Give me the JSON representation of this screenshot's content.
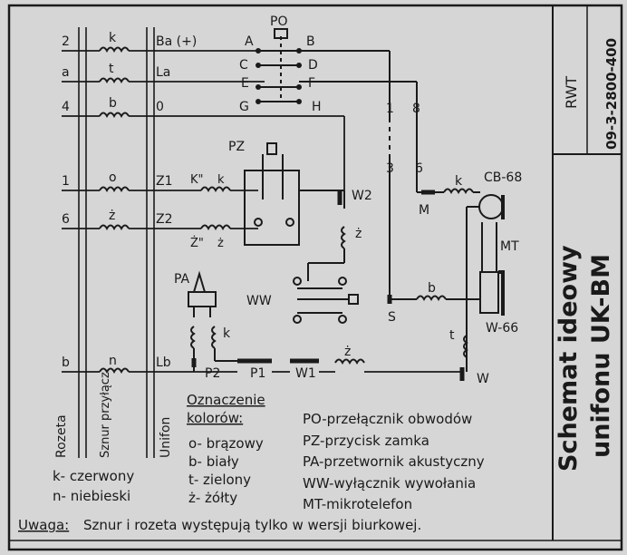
{
  "title_block": {
    "code": "RWT",
    "number": "09-3-2800-400",
    "title_line1": "Schemat ideowy",
    "title_line2": "unifonu UK-BM"
  },
  "colors": {
    "paper": "#d6d6d6",
    "ink": "#1a1a1a"
  },
  "terminals_left": [
    "2",
    "a",
    "4",
    "1",
    "6",
    "b"
  ],
  "wire_labels_left": [
    "k",
    "t",
    "b",
    "o",
    "ż",
    "n"
  ],
  "terminals_right": [
    "Ba (+)",
    "La",
    "0",
    "Z1",
    "Z2",
    "Lb"
  ],
  "wire_labels_pz": [
    "K\"",
    "k",
    "Ż\"",
    "ż"
  ],
  "column_labels": [
    "Rozeta",
    "Sznur przyłącz.",
    "Unifon"
  ],
  "switch_po": {
    "name": "PO",
    "contacts": [
      "A",
      "B",
      "C",
      "D",
      "E",
      "F",
      "G",
      "H"
    ]
  },
  "components": {
    "pz": "PZ",
    "pa": "PA",
    "ww": "WW",
    "mt": "MT",
    "cb": "CB-68",
    "w66": "W-66"
  },
  "connectors": {
    "w2": "W2",
    "m": "M",
    "s": "S",
    "w": "W",
    "p1": "P1",
    "p2": "P2",
    "w1": "W1"
  },
  "node_numbers": [
    "1",
    "8",
    "3",
    "6"
  ],
  "inline_labels": {
    "k1": "k",
    "b1": "b",
    "t1": "t",
    "z1": "ż",
    "z2": "ż",
    "k2": "k"
  },
  "legend": {
    "heading_line1": "Oznaczenie",
    "heading_line2": "kolorów:",
    "colors": [
      "k- czerwony",
      "n- niebieski",
      "o- brązowy",
      "b- biały",
      "t- zielony",
      "ż- żółty"
    ],
    "abbreviations": [
      "PO-przełącznik obwodów",
      "PZ-przycisk zamka",
      "PA-przetwornik akustyczny",
      "WW-wyłącznik wywołania",
      "MT-mikrotelefon"
    ]
  },
  "note": {
    "label": "Uwaga:",
    "text": "Sznur i rozeta występują tylko w wersji biurkowej."
  }
}
